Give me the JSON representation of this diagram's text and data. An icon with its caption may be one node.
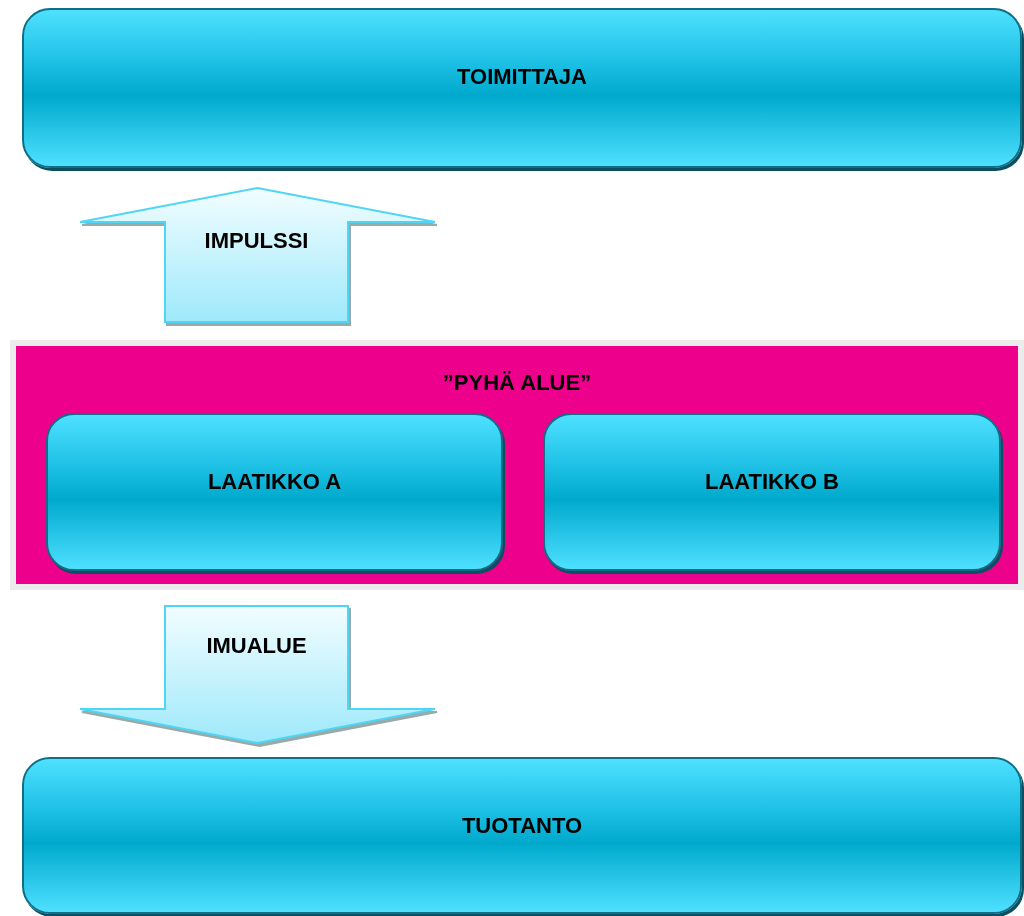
{
  "diagram": {
    "nodes": [
      {
        "text": [
          "TOIMITTAJA"
        ]
      },
      {
        "text": [
          "”PYHÄ ALUE”"
        ]
      },
      {
        "text": [
          "LAATIKKO A"
        ],
        "in": 1
      },
      {
        "text": [
          "LAATIKKO B"
        ],
        "in": 1
      },
      {
        "text": [
          "TUOTANTO"
        ]
      }
    ],
    "edges": [
      {
        "from": 1,
        "to": 0,
        "arrow": "to",
        "label": "IMPULSSI",
        "style": "thick"
      },
      {
        "from": 1,
        "to": 4,
        "arrow": "to",
        "label": "IMUALUE",
        "style": "thick"
      }
    ]
  }
}
